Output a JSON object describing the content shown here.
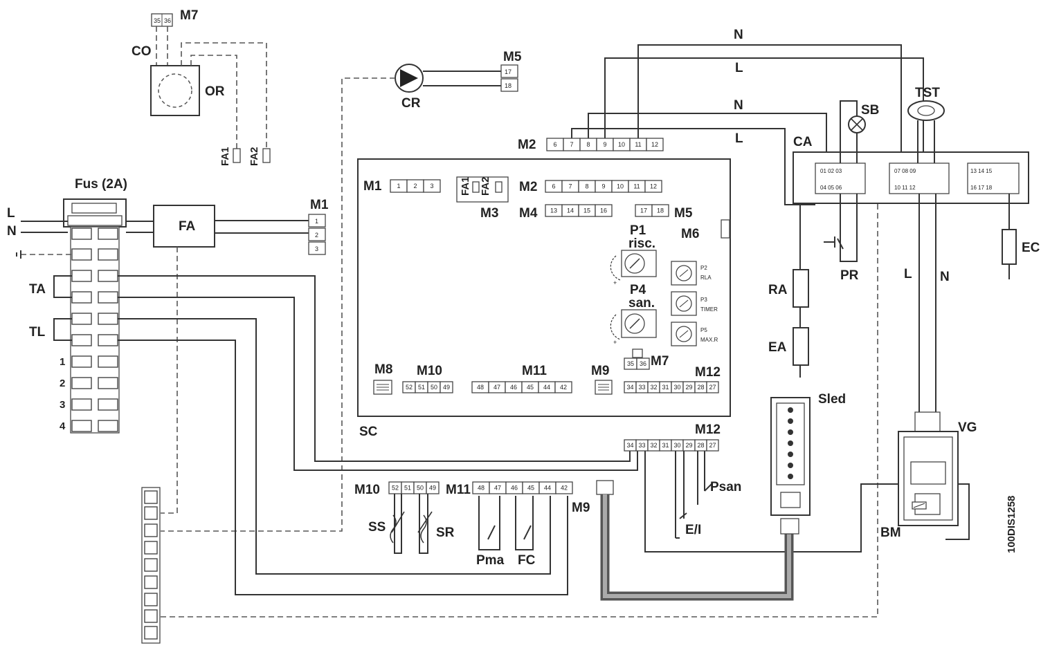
{
  "labels": {
    "m7_top": "M7",
    "co": "CO",
    "or": "OR",
    "fa1": "FA1",
    "fa2": "FA2",
    "m5_top": "M5",
    "cr": "CR",
    "fus": "Fus (2A)",
    "l_left": "L",
    "n_left": "N",
    "fa": "FA",
    "m1_right": "M1",
    "ta": "TA",
    "tl": "TL",
    "n_top1": "N",
    "l_top1": "L",
    "n_top2": "N",
    "l_top2": "L",
    "m2_top": "M2",
    "sb": "SB",
    "tst": "TST",
    "ca": "CA",
    "m1_in": "M1",
    "fa1_in": "FA1",
    "fa2_in": "FA2",
    "m2_in": "M2",
    "m3_in": "M3",
    "m4_in": "M4",
    "m5_in": "M5",
    "m6_in": "M6",
    "p1": "P1",
    "risc": "risc.",
    "p2": "P2",
    "rla": "RLA",
    "p3": "P3",
    "timer": "TIMER",
    "p4": "P4",
    "san": "san.",
    "p5": "P5",
    "maxr": "MAX.R",
    "m7_in": "M7",
    "m8_in": "M8",
    "m10_in": "M10",
    "m11_in": "M11",
    "m9_in": "M9",
    "m12_in": "M12",
    "sc": "SC",
    "m12_out": "M12",
    "psan": "Psan",
    "ei": "E/I",
    "m10_out": "M10",
    "m11_out": "M11",
    "m9_out": "M9",
    "ss": "SS",
    "sr": "SR",
    "pma": "Pma",
    "fc": "FC",
    "ra": "RA",
    "ea": "EA",
    "pr": "PR",
    "sled": "Sled",
    "ec": "EC",
    "l_right": "L",
    "n_right": "N",
    "vg": "VG",
    "bm": "BM",
    "code": "100DIS1258",
    "t1": "1",
    "t2": "2",
    "t3": "3",
    "t4": "4"
  },
  "pins": {
    "m1": [
      "1",
      "2",
      "3"
    ],
    "m2": [
      "6",
      "7",
      "8",
      "9",
      "10",
      "11",
      "12"
    ],
    "m4": [
      "13",
      "14",
      "15",
      "16"
    ],
    "m5": [
      "17",
      "18"
    ],
    "m7": [
      "35",
      "36"
    ],
    "m10": [
      "52",
      "51",
      "50",
      "49"
    ],
    "m11": [
      "48",
      "47",
      "46",
      "45",
      "44",
      "42"
    ],
    "m12": [
      "34",
      "33",
      "32",
      "31",
      "30",
      "29",
      "28",
      "27"
    ]
  }
}
